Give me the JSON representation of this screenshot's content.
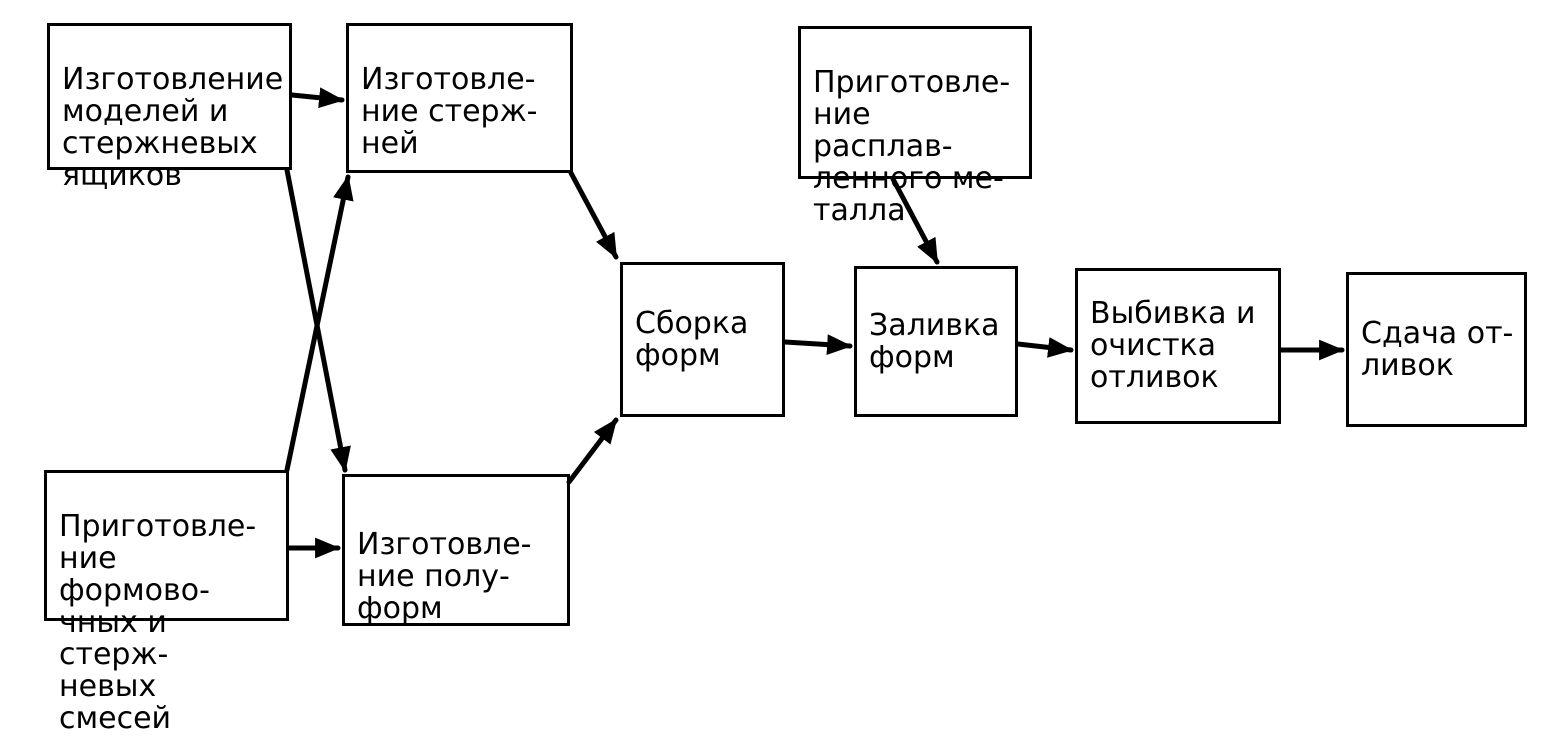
{
  "nodes": {
    "models": "Изготовление\nмоделей и\nстержневых\nящиков",
    "cores": "Изготовле-\nние стерж-\nней",
    "mixtures": "Приготовле-\nние формово-\nчных и стерж-\nневых смесей",
    "half_molds": "Изготовле-\nние полу-\nформ",
    "assembly": "Сборка\nформ",
    "molten_metal": "Приготовле-\nние расплав-\nленного ме-\nталла",
    "pouring": "Заливка\nформ",
    "knockout": "Выбивка и\nочистка\nотливок",
    "delivery": "Сдача от-\nливок"
  },
  "edges": [
    {
      "from": "models",
      "to": "cores"
    },
    {
      "from": "models",
      "to": "half_molds"
    },
    {
      "from": "mixtures",
      "to": "cores"
    },
    {
      "from": "mixtures",
      "to": "half_molds"
    },
    {
      "from": "cores",
      "to": "assembly"
    },
    {
      "from": "half_molds",
      "to": "assembly"
    },
    {
      "from": "assembly",
      "to": "pouring"
    },
    {
      "from": "molten_metal",
      "to": "pouring"
    },
    {
      "from": "pouring",
      "to": "knockout"
    },
    {
      "from": "knockout",
      "to": "delivery"
    }
  ]
}
